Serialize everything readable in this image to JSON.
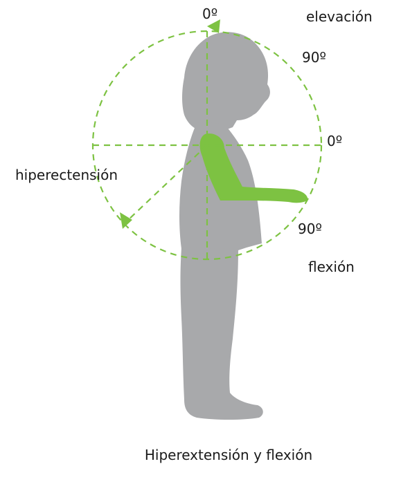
{
  "labels": {
    "zero_top": "0º",
    "elevation": "elevación",
    "ninety_upper": "90º",
    "zero_right": "0º",
    "hyperextension": "hiperectensión",
    "ninety_lower": "90º",
    "flexion": "flexión"
  },
  "caption": "Hiperextensión y flexión",
  "colors": {
    "silhouette": "#a8a9ab",
    "arm": "#7dc242",
    "guides": "#7dc242",
    "text": "#1a1a1a"
  }
}
